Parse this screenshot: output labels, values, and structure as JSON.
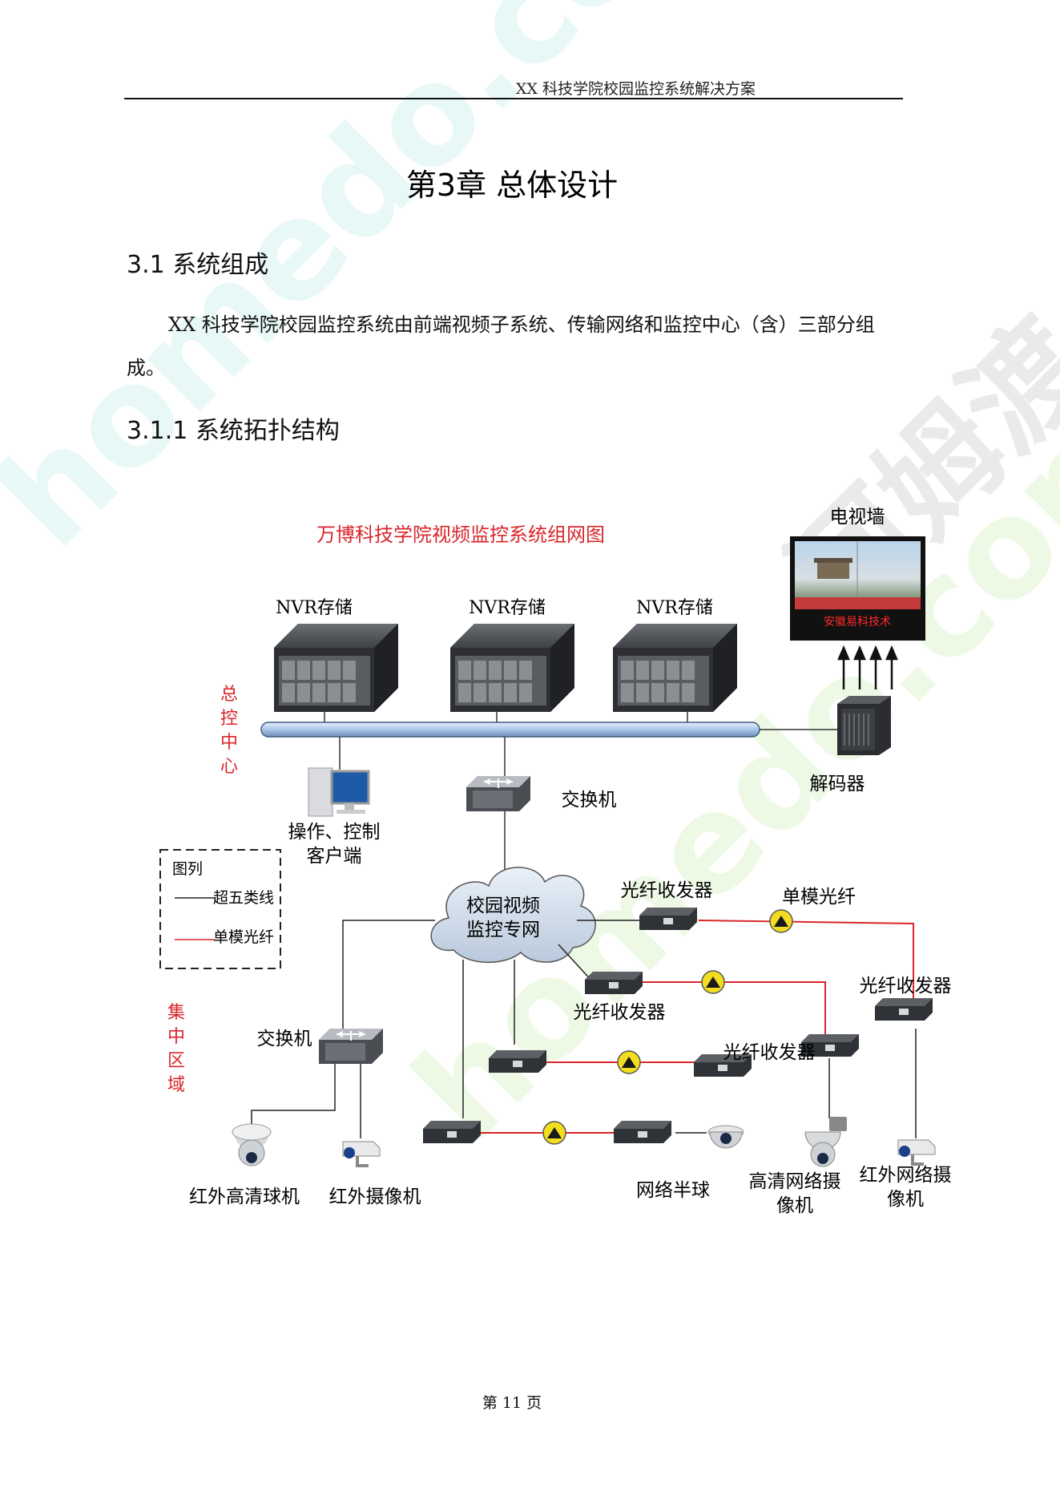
{
  "header": {
    "title": "XX 科技学院校园监控系统解决方案"
  },
  "chapter_title": "第3章  总体设计",
  "section": {
    "number_title": "3.1  系统组成"
  },
  "paragraph": "XX 科技学院校园监控系统由前端视频子系统、传输网络和监控中心（含）三部分组成。",
  "subsection": {
    "number_title": "3.1.1  系统拓扑结构"
  },
  "diagram": {
    "title": "万博科技学院视频监控系统组网图",
    "tv_wall_label": "电视墙",
    "tv_caption": "安徽易科技术",
    "nvr_labels": [
      "NVR存储",
      "NVR存储",
      "NVR存储"
    ],
    "control_center_label": "总控中心",
    "decoder_label": "解码器",
    "client_label_line1": "操作、控制",
    "client_label_line2": "客户端",
    "core_switch_label": "交换机",
    "cloud_line1": "校园视频",
    "cloud_line2": "监控专网",
    "legend": {
      "title": "图列",
      "cat5": "超五类线",
      "fiber": "单模光纤"
    },
    "concentrated_area_label": "集中区域",
    "area_switch_label": "交换机",
    "transceiver_labels": [
      "光纤收发器",
      "光纤收发器",
      "光纤收发器",
      "光纤收发器"
    ],
    "single_mode_fiber_label": "单模光纤",
    "cameras": [
      "红外高清球机",
      "红外摄像机",
      "网络半球",
      "高清网络摄像机",
      "红外网络摄像机"
    ]
  },
  "watermark": {
    "site": "homedo.com",
    "brand": "河姆渡"
  },
  "footer": {
    "page": "第 11 页"
  },
  "colors": {
    "accent_red": "#d9262b",
    "pipe": "#a9c6e8",
    "device": "#4a4d52"
  }
}
